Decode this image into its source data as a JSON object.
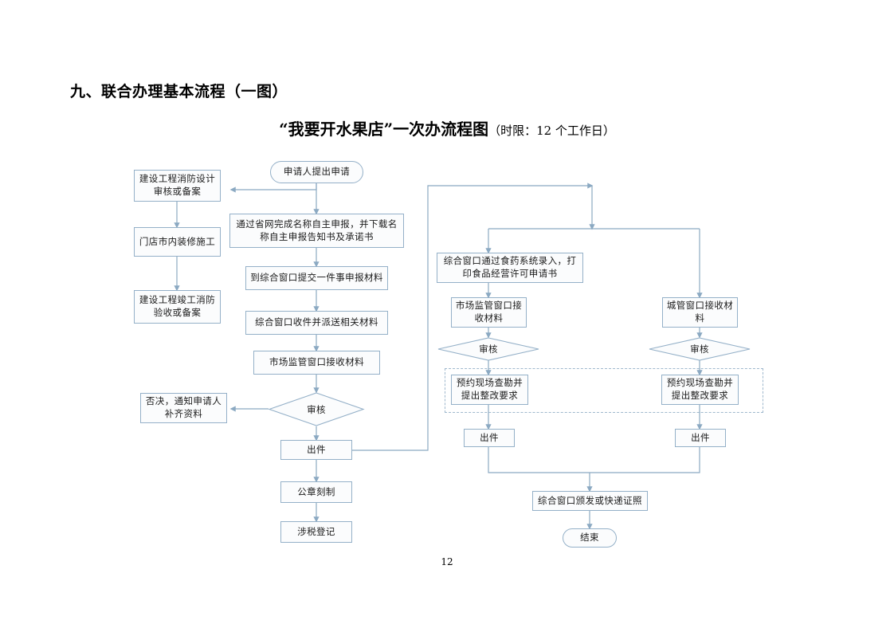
{
  "document": {
    "heading": "九、联合办理基本流程（一图）",
    "subtitle_main": "“我要开水果店”一次办流程图",
    "subtitle_suffix": "（时限：12 个工作日）",
    "page_number": "12"
  },
  "colors": {
    "node_border": "#94b0c8",
    "node_fill": "#fbfcfd",
    "connector": "#8ba9c2",
    "dashed_border": "#9fb8cd",
    "text": "#1a1a1a"
  },
  "flow": {
    "start": {
      "label": "申请人提出申请",
      "shape": "terminator"
    },
    "end": {
      "label": "结束",
      "shape": "terminator"
    },
    "left_branch": [
      {
        "id": "fire-design",
        "label": "建设工程消防设计审核或备案"
      },
      {
        "id": "store-decoration",
        "label": "门店市内装修施工"
      },
      {
        "id": "fire-acceptance",
        "label": "建设工程竣工消防验收或备案"
      }
    ],
    "center_branch": [
      {
        "id": "name-declaration",
        "label": "通过省网完成名称自主申报，并下载名称自主申报告知书及承诺书"
      },
      {
        "id": "submit-materials",
        "label": "到综合窗口提交一件事申报材料"
      },
      {
        "id": "dispatch-materials",
        "label": "综合窗口收件并派送相关材料"
      },
      {
        "id": "market-window-receive",
        "label": "市场监管窗口接收材料"
      },
      {
        "id": "review-center",
        "label": "审核",
        "shape": "decision"
      },
      {
        "id": "reject-notice",
        "label": "否决，通知申请人补齐资料"
      },
      {
        "id": "issue-center",
        "label": "出件"
      },
      {
        "id": "seal-engraving",
        "label": "公章刻制"
      },
      {
        "id": "tax-registration",
        "label": "涉税登记"
      }
    ],
    "right_branch": {
      "entry": {
        "id": "food-drug-entry",
        "label": "综合窗口通过食药系统录入，打印食品经营许可申请书"
      },
      "columns": [
        {
          "id": "market-col",
          "receive": {
            "id": "market-receive-right",
            "label": "市场监管窗口接收材料"
          },
          "review": {
            "id": "review-market",
            "label": "审核",
            "shape": "decision"
          },
          "survey": {
            "id": "survey-market",
            "label": "预约现场查勘并提出整改要求"
          },
          "issue": {
            "id": "issue-market",
            "label": "出件"
          }
        },
        {
          "id": "urban-col",
          "receive": {
            "id": "urban-receive",
            "label": "城管窗口接收材料"
          },
          "review": {
            "id": "review-urban",
            "label": "审核",
            "shape": "decision"
          },
          "survey": {
            "id": "survey-urban",
            "label": "预约现场查勘并提出整改要求"
          },
          "issue": {
            "id": "issue-urban",
            "label": "出件"
          }
        }
      ],
      "issue_certificate": {
        "id": "issue-certificate",
        "label": "综合窗口颁发或快递证照"
      }
    }
  }
}
